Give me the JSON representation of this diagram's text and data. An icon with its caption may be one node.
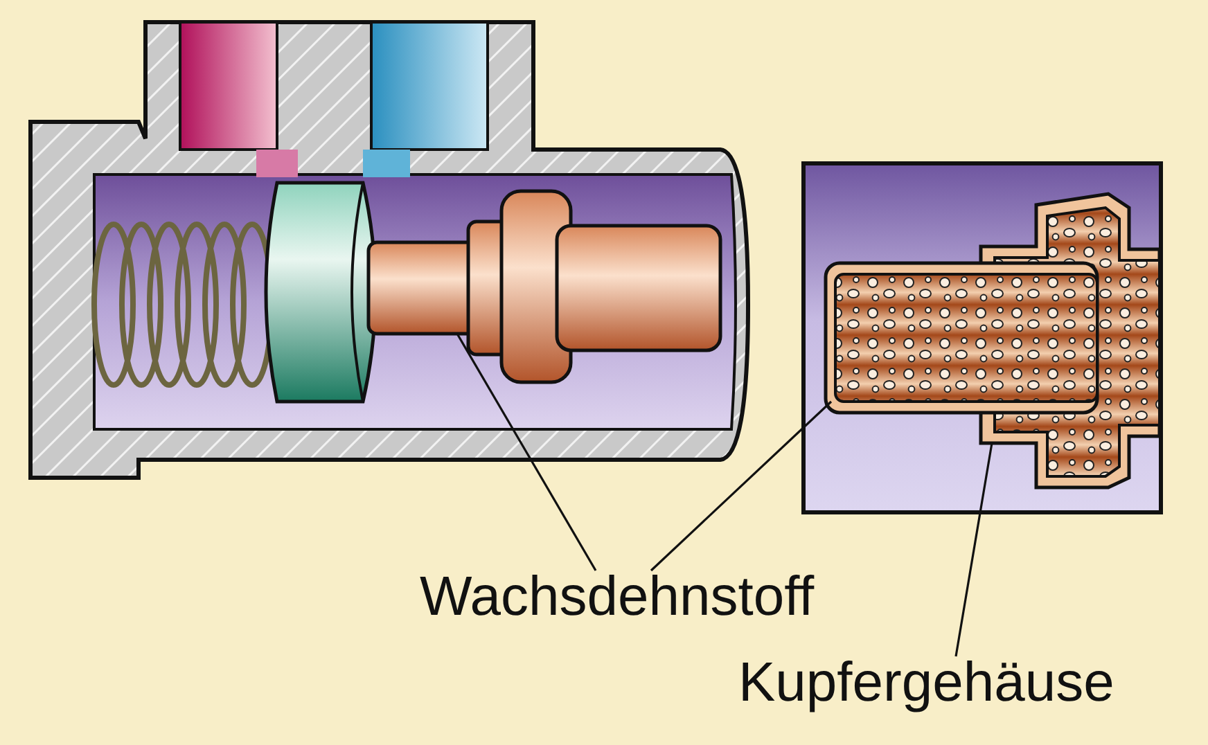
{
  "diagram": {
    "nodes": [
      {
        "text": [
          "Wachsdehnstoff"
        ]
      },
      {
        "text": [
          "Kupfergehäuse"
        ]
      },
      {
        "text": [],
        "shape": "cylinder"
      },
      {
        "text": [],
        "shape": "cylinder"
      },
      {
        "text": [],
        "shape": "box"
      }
    ],
    "edges": [
      {
        "from": 0,
        "to": 2,
        "arrow": "none"
      },
      {
        "from": 0,
        "to": 3,
        "arrow": "none"
      },
      {
        "from": 1,
        "to": 4,
        "arrow": "none"
      }
    ]
  }
}
